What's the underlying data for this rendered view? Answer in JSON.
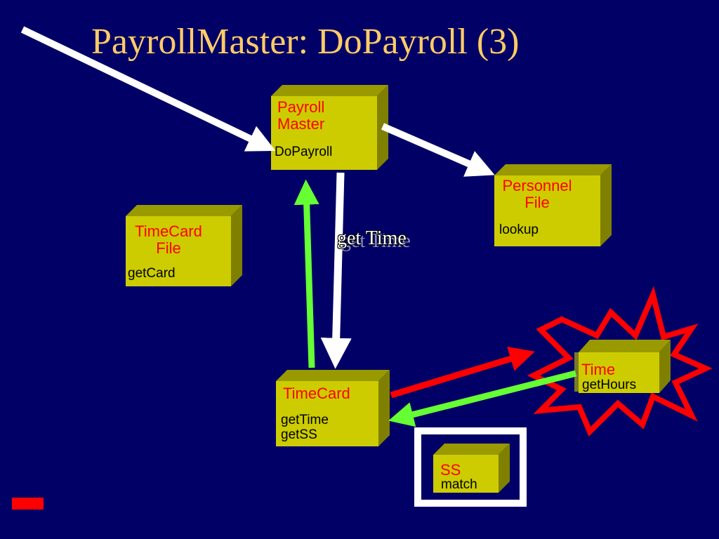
{
  "slide": {
    "title": "PayrollMaster: DoPayroll (3)"
  },
  "boxes": {
    "payroll_master": {
      "class_line1": "Payroll",
      "class_line2": "Master",
      "operation": "DoPayroll"
    },
    "personnel_file": {
      "class_line1": "Personnel",
      "class_line2": "File",
      "operation": "lookup"
    },
    "timecard_file": {
      "class_line1": "TimeCard",
      "class_line2": "File",
      "operation": "getCard"
    },
    "timecard": {
      "class_name": "TimeCard",
      "operation1": "getTime",
      "operation2": "getSS"
    },
    "time": {
      "class_name": "Time",
      "operation": "getHours"
    },
    "ss": {
      "class_name": "SS",
      "operation": "match"
    }
  },
  "message": {
    "label": "get Time"
  },
  "colors": {
    "background": "#000066",
    "title": "#ffcc66",
    "box_face": "#cccc00",
    "box_top": "#999900",
    "box_side": "#808000",
    "class_text": "#ff0000",
    "call_arrow": "#ffffff",
    "return_arrow": "#66ff33",
    "active_arrow": "#ff0000",
    "highlight_frame": "#ffffff",
    "burst": "#ff0000"
  }
}
